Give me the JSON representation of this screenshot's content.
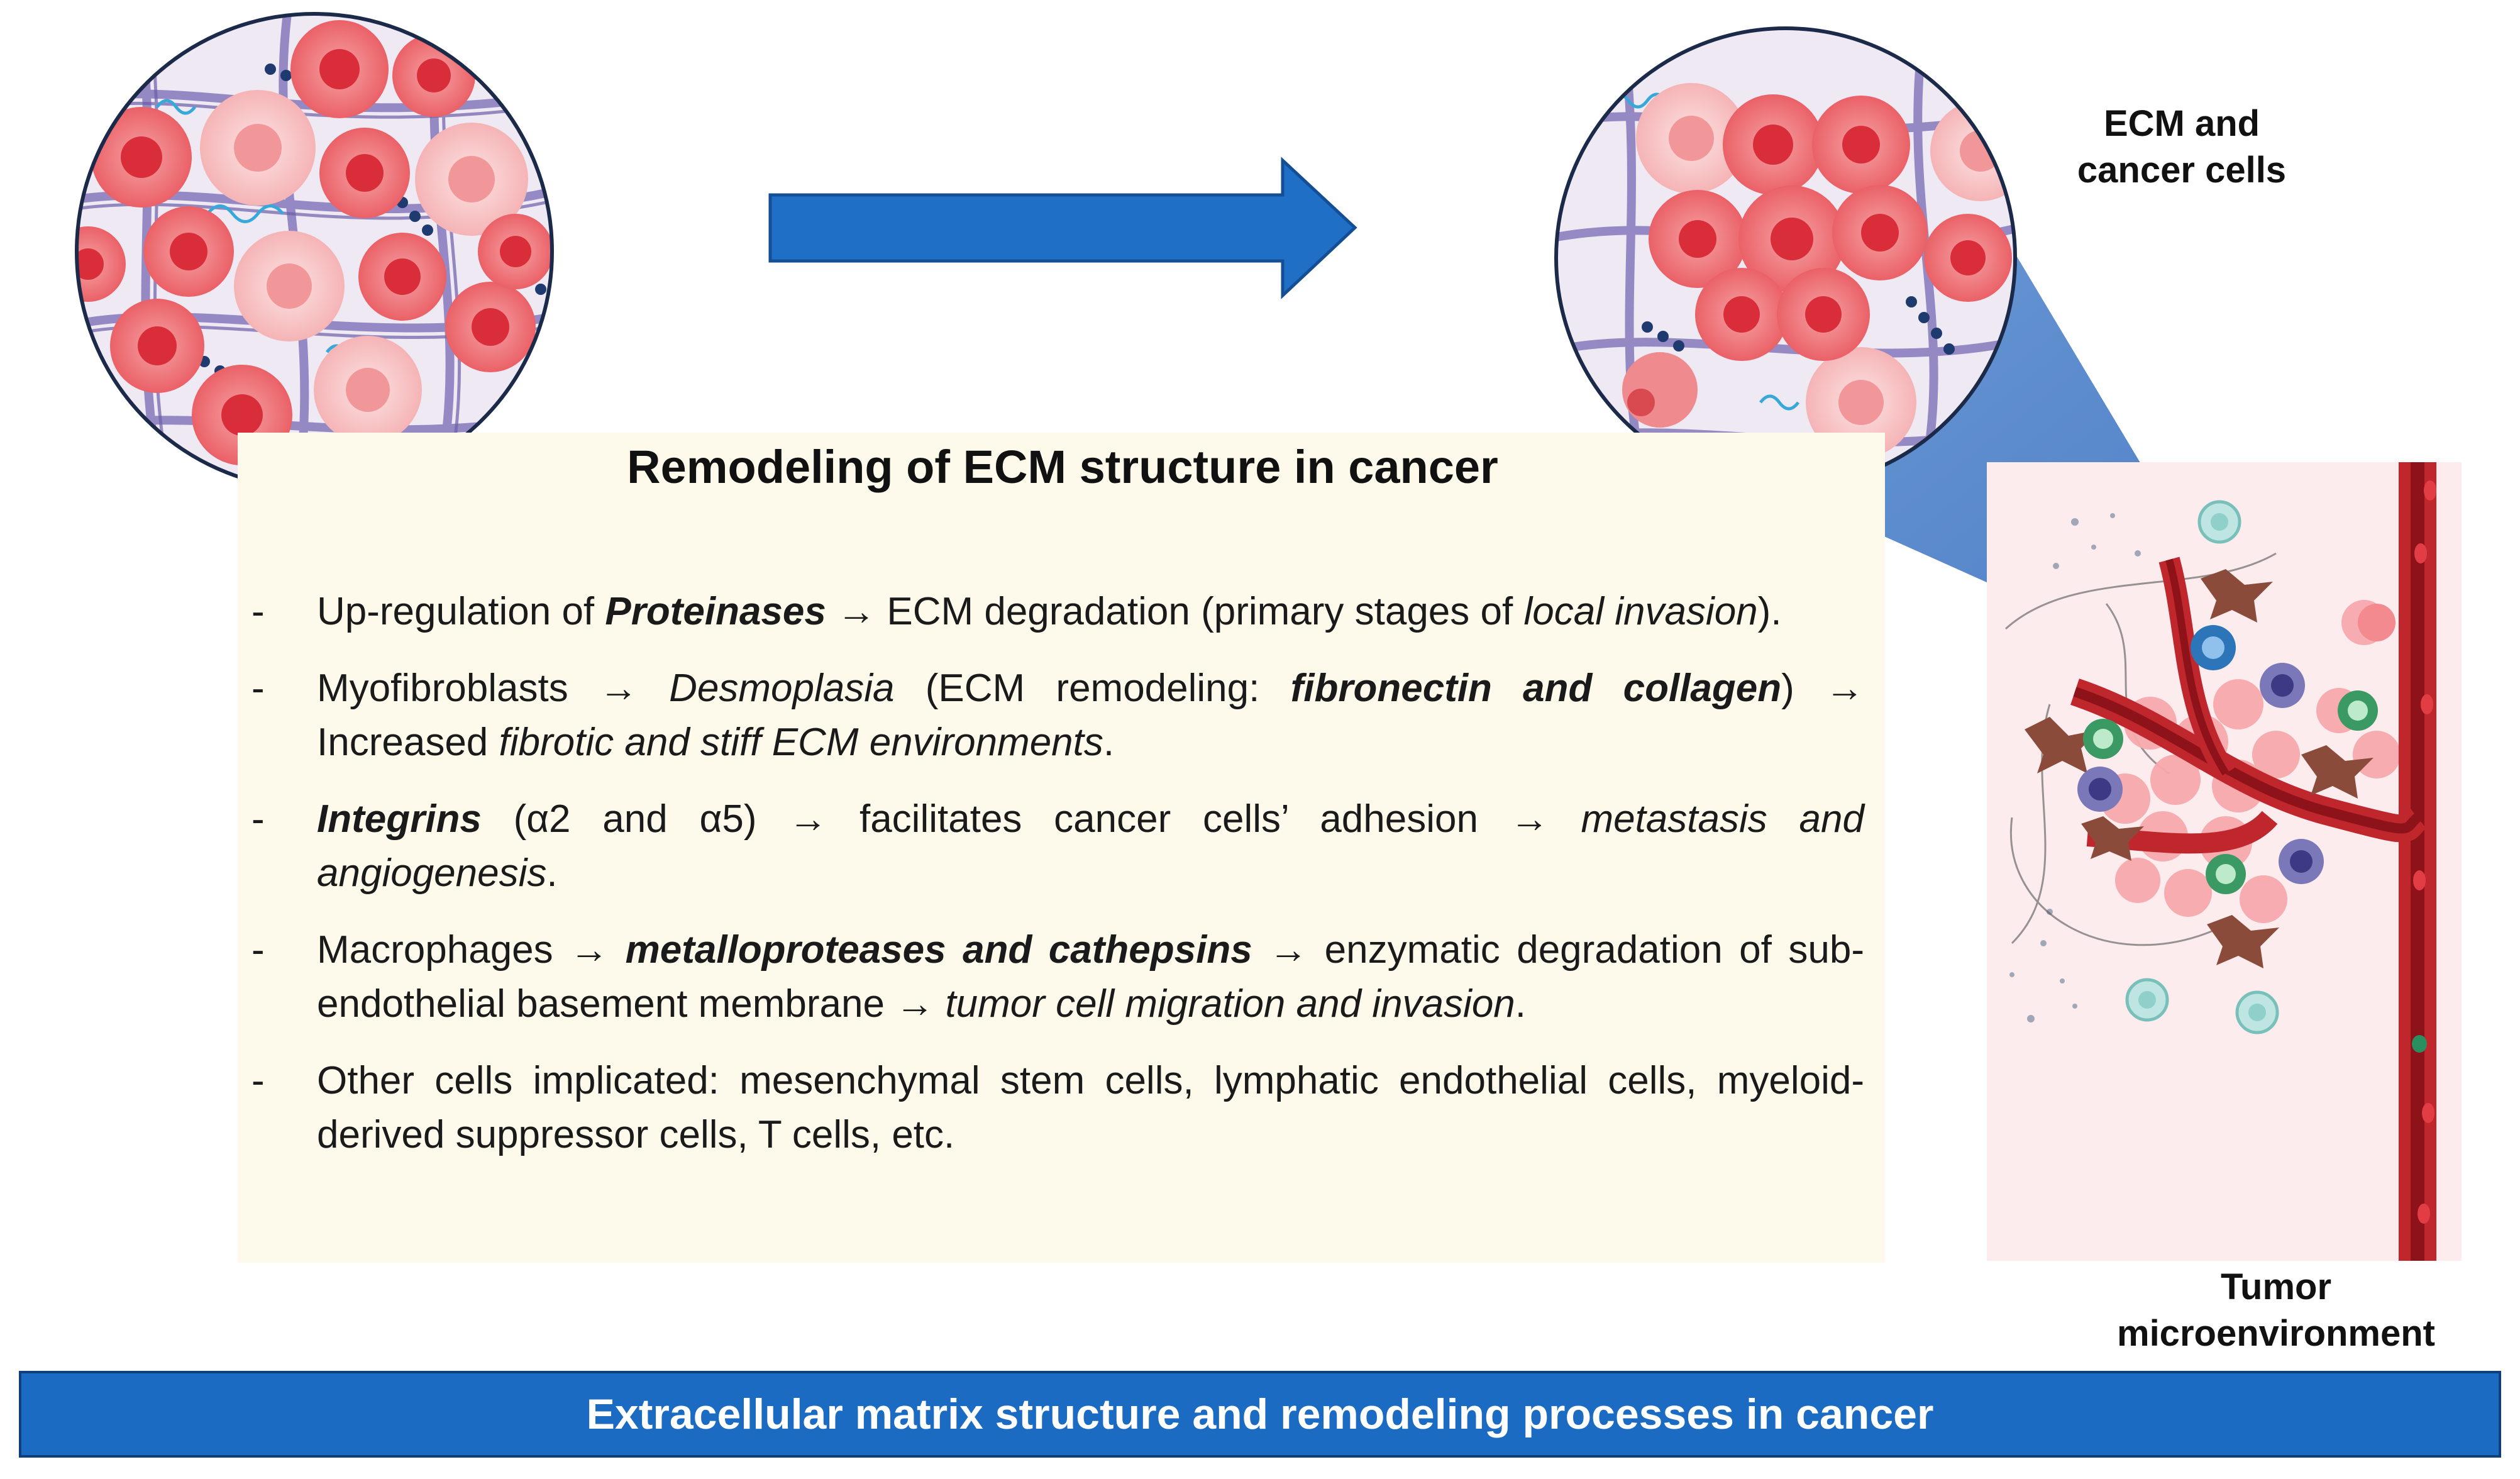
{
  "panel": {
    "title": "Remodeling of ECM structure in cancer",
    "bullet_marker": "-",
    "bullets": [
      {
        "p1": "Up-regulation of ",
        "b1": "Proteinases",
        "p2": " → ECM degradation (primary stages of ",
        "i1": "local invasion",
        "p3": ")."
      },
      {
        "p1": "Myofibroblasts → ",
        "i1": "Desmoplasia",
        "p2": " (ECM remodeling: ",
        "b1": "fibronectin and collagen",
        "p3": ") → Increased ",
        "i2": "fibrotic and stiff ECM environments",
        "p4": "."
      },
      {
        "b1": "Integrins",
        "p1": " (α2 and α5) → facilitates cancer cells’ adhesion → ",
        "i1": "metastasis and angiogenesis",
        "p2": "."
      },
      {
        "p1": "Macrophages → ",
        "b1": "metalloproteases and cathepsins",
        "p2": " → enzymatic degradation of sub-endothelial basement membrane → ",
        "i1": "tumor cell migration and invasion",
        "p3": "."
      },
      {
        "p1": "Other cells implicated: mesenchymal stem cells, lymphatic endothelial cells, myeloid-derived suppressor cells, T cells, etc."
      }
    ]
  },
  "labels": {
    "ecm_line1": "ECM and",
    "ecm_line2": "cancer cells",
    "tme_line1": "Tumor",
    "tme_line2": "microenvironment"
  },
  "footer": {
    "caption": "Extracellular matrix structure and remodeling processes in cancer"
  },
  "colors": {
    "arrow": "#1f6fc6",
    "footer_bg": "#1c6bc3",
    "panel_bg": "#fdf9eb",
    "vessel": "#c0272d",
    "cancer_cell": "#ee6a6f",
    "ecm_fiber": "#8b7fbf"
  }
}
